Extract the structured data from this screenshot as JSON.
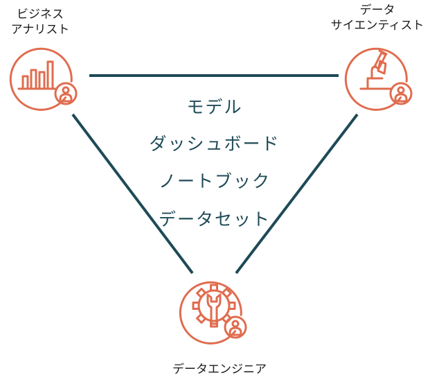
{
  "colors": {
    "accent": "#e06c4f",
    "line": "#1e4a57",
    "text_dark": "#1b1b1b",
    "center_text": "#1e4a57"
  },
  "roles": {
    "business_analyst": {
      "label_lines": [
        "ビジネス",
        "アナリスト"
      ],
      "icon": "bar-chart-person-icon"
    },
    "data_scientist": {
      "label_lines": [
        "データ",
        "サイエンティスト"
      ],
      "icon": "microscope-person-icon"
    },
    "data_engineer": {
      "label_lines": [
        "データエンジニア"
      ],
      "icon": "gear-wrench-person-icon"
    }
  },
  "shared_assets": [
    "モデル",
    "ダッシュボード",
    "ノートブック",
    "データセット"
  ]
}
